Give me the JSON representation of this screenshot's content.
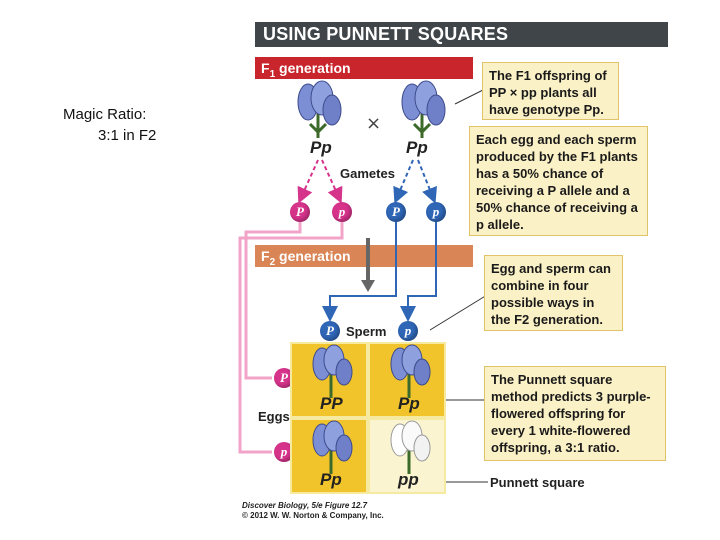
{
  "side_note": {
    "line1": "Magic Ratio:",
    "line2": "3:1 in F2"
  },
  "title": "USING PUNNETT SQUARES",
  "f1_bar": "F1 generation",
  "f2_bar": "F2 generation",
  "cross": {
    "parent1": "Pp",
    "parent2": "Pp",
    "symbol": "×"
  },
  "gametes_label": "Gametes",
  "gametes": [
    "P",
    "p",
    "P",
    "p"
  ],
  "sperm_label": "Sperm",
  "sperm": [
    "P",
    "p"
  ],
  "eggs_label": "Eggs",
  "eggs": [
    "P",
    "p"
  ],
  "punnett": {
    "cells": [
      "PP",
      "Pp",
      "Pp",
      "pp"
    ]
  },
  "callouts": {
    "c1": "The F1 offspring of PP × pp plants all have genotype Pp.",
    "c2": "Each egg and each sperm produced by the F1 plants has a 50% chance of receiving a P allele and a 50% chance of receiving a p allele.",
    "c3": "Egg and sperm can combine in four possible ways in the F2 generation.",
    "c4": "The Punnett square method predicts 3 purple-flowered offspring for every 1 white-flowered offspring, a 3:1 ratio.",
    "c5": "Punnett square"
  },
  "credit": {
    "line1": "Discover Biology, 5/e  Figure 12.7",
    "line2": "© 2012 W. W. Norton & Company, Inc."
  },
  "colors": {
    "title_bg": "#3f4549",
    "f1_red": "#c8262c",
    "f2_orange": "#d98555",
    "callout_bg": "#fbf1c6",
    "purple_cell": "#f2c42c",
    "white_cell": "#faf4d0",
    "egg_pink": "#d6338b",
    "sperm_blue": "#2f66b6"
  }
}
